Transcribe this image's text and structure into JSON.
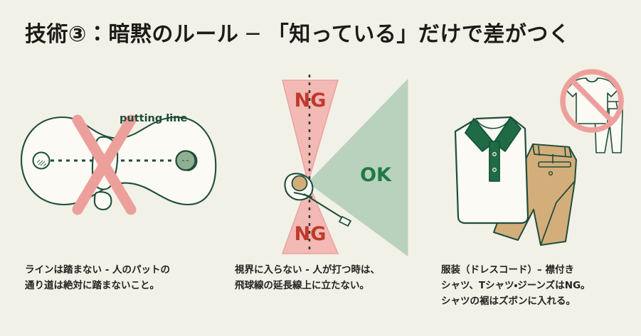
{
  "slide": {
    "background_color": "#f2f1e7",
    "title": "技術③：暗黙のルール ─ 「知っている」だけで差がつく"
  },
  "palette": {
    "ink": "#1b1b18",
    "dark_green": "#1e4d3b",
    "sage_green": "#b9d2bd",
    "polo_green": "#1f6b45",
    "salmon": "#eda09b",
    "light_pink": "#f2b9b5",
    "ng_red": "#c0392b",
    "ok_green": "#1f7a45",
    "khaki": "#d3ae7b",
    "paper": "#fbfaf4"
  },
  "panels": [
    {
      "id": "putting-line",
      "labels": {
        "putting_line": "putting line"
      },
      "caption": "ラインは踏まない - 人のパットの\n通り道は絶対に踏まないこと。"
    },
    {
      "id": "line-of-fire",
      "labels": {
        "ng_top": "NG",
        "ng_bottom": "NG",
        "ok": "OK"
      },
      "caption": "視界に入らない - 人が打つ時は、\n飛球線の延長線上に立たない。"
    },
    {
      "id": "dress-code",
      "labels": {},
      "caption": "服装（ドレスコード）– 襟付き\nシャツ、Tシャツ・ジーンズはNG。\nシャツの裾はズボンに入れる。"
    }
  ]
}
